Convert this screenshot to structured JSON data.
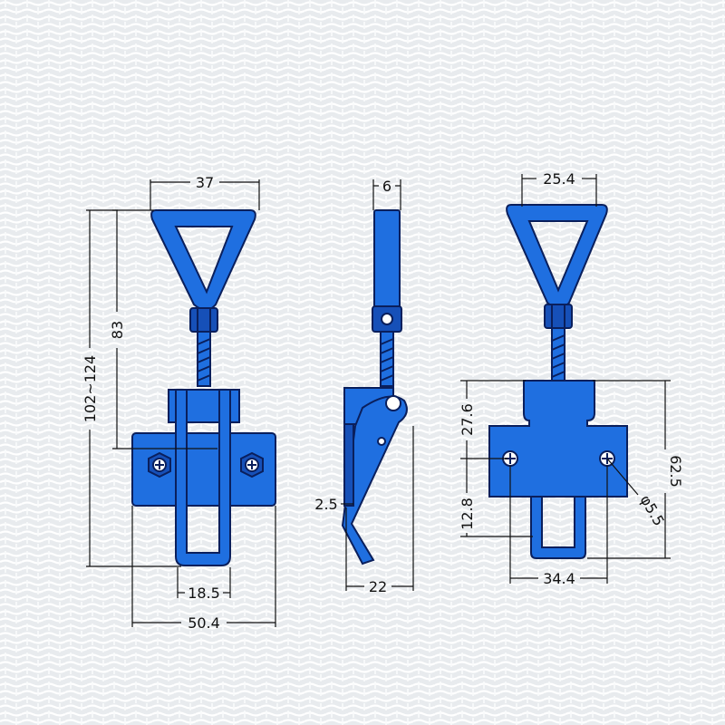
{
  "colors": {
    "part_fill": "#1f6fe0",
    "part_stroke": "#0a1f5c",
    "dimension_line": "#111111",
    "background": "#eef0f2",
    "texture": "#ffffff"
  },
  "front_view": {
    "handle_width": "37",
    "height_handle_to_base": "83",
    "overall_height_range": "102~124",
    "loop_width": "18.5",
    "base_width": "50.4"
  },
  "side_view": {
    "handle_thickness": "6",
    "lever_offset": "2.5",
    "depth": "22"
  },
  "rear_view": {
    "handle_width": "25.4",
    "upper_height": "27.6",
    "overall_height": "62.5",
    "lower_offset": "12.8",
    "hole_diameter": "φ5.5",
    "hole_spacing": "34.4"
  }
}
